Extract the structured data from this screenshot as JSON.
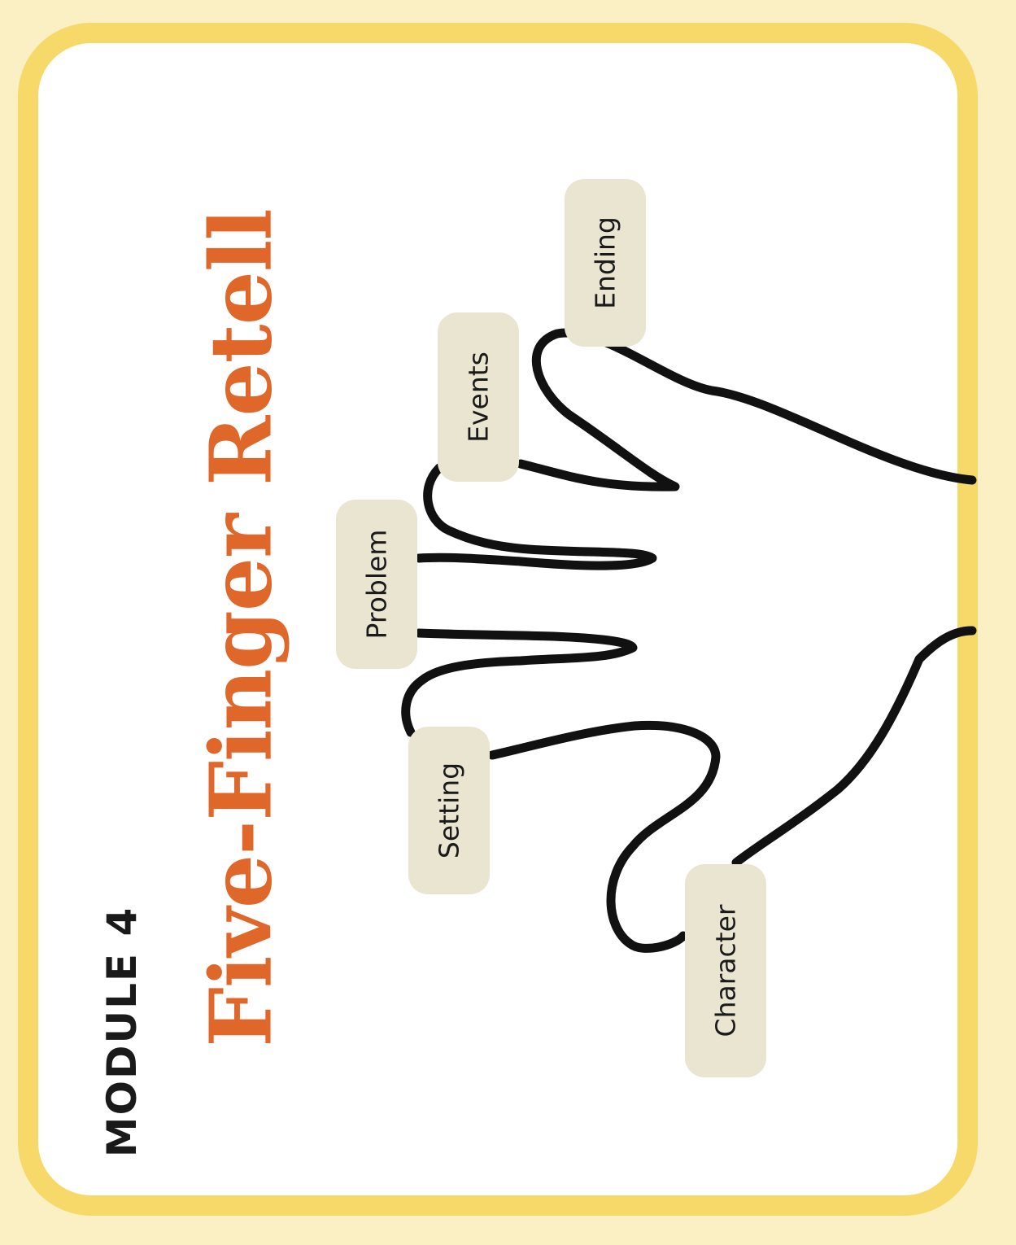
{
  "module_label": "MODULE 4",
  "title": "Five-Finger Retell",
  "fingers": [
    {
      "label": "Ending"
    },
    {
      "label": "Events"
    },
    {
      "label": "Problem"
    },
    {
      "label": "Setting"
    },
    {
      "label": "Character"
    }
  ],
  "colors": {
    "background": "#FBF0C4",
    "border": "#F6D969",
    "title": "#E0672A",
    "tag": "#EAE5D0",
    "outline": "#111111"
  }
}
